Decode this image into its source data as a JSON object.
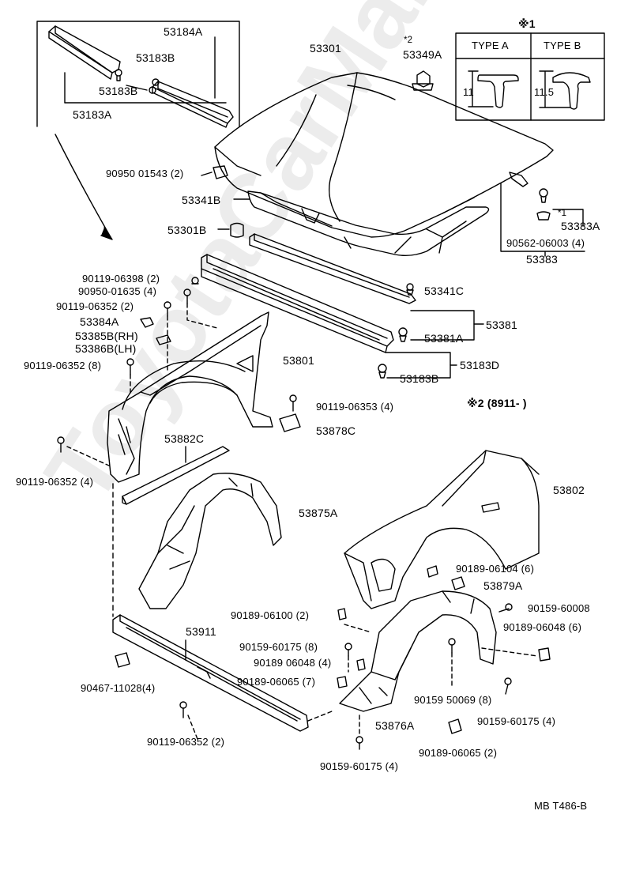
{
  "watermark": "ToyotaCarManuals",
  "inset": {
    "labels": {
      "a": "53184A",
      "b": "53183B",
      "c": "53183B",
      "d": "53183A"
    }
  },
  "type_box": {
    "note_mark": "※1",
    "type_a": {
      "title": "TYPE A",
      "dim": "11"
    },
    "type_b": {
      "title": "TYPE B",
      "dim": "11.5"
    }
  },
  "note2": "※2 (8911-      )",
  "code": "MB T486-B",
  "parts": [
    {
      "id": "53301",
      "text": "53301"
    },
    {
      "id": "53349A",
      "text": "53349A",
      "mark": "*2"
    },
    {
      "id": "p-90950-01543",
      "text": "90950 01543 (2)"
    },
    {
      "id": "53341B",
      "text": "53341B"
    },
    {
      "id": "53301B",
      "text": "53301B"
    },
    {
      "id": "53383A",
      "text": "53383A",
      "mark": "*1"
    },
    {
      "id": "p-90562-06003",
      "text": "90562-06003 (4)"
    },
    {
      "id": "53383",
      "text": "53383"
    },
    {
      "id": "53341C",
      "text": "53341C"
    },
    {
      "id": "53381",
      "text": "53381"
    },
    {
      "id": "53381A",
      "text": "53381A"
    },
    {
      "id": "53183D",
      "text": "53183D"
    },
    {
      "id": "53183B",
      "text": "53183B"
    },
    {
      "id": "p-90119-06398",
      "text": "90119-06398 (2)"
    },
    {
      "id": "p-90950-01635",
      "text": "90950-01635 (4)"
    },
    {
      "id": "p-90119-06352a",
      "text": "90119-06352 (2)"
    },
    {
      "id": "53384A",
      "text": "53384A"
    },
    {
      "id": "53385B",
      "text": "53385B(RH)"
    },
    {
      "id": "53386B",
      "text": "53386B(LH)"
    },
    {
      "id": "p-90119-06352b",
      "text": "90119-06352 (8)"
    },
    {
      "id": "53801",
      "text": "53801"
    },
    {
      "id": "p-90119-06353",
      "text": "90119-06353 (4)"
    },
    {
      "id": "53878C",
      "text": "53878C"
    },
    {
      "id": "53882C",
      "text": "53882C"
    },
    {
      "id": "p-90119-06352c",
      "text": "90119-06352 (4)"
    },
    {
      "id": "53875A",
      "text": "53875A"
    },
    {
      "id": "53802",
      "text": "53802"
    },
    {
      "id": "p-90189-06104",
      "text": "90189-06104 (6)"
    },
    {
      "id": "53879A",
      "text": "53879A"
    },
    {
      "id": "p-90189-06100",
      "text": "90189-06100 (2)"
    },
    {
      "id": "p-90159-60008",
      "text": "90159-60008"
    },
    {
      "id": "p-90189-06048a",
      "text": "90189-06048 (6)"
    },
    {
      "id": "p-90159-60175a",
      "text": "90159-60175 (8)"
    },
    {
      "id": "p-90189-06048b",
      "text": "90189 06048 (4)"
    },
    {
      "id": "p-90189-06065a",
      "text": "90189-06065 (7)"
    },
    {
      "id": "p-90159-50069",
      "text": "90159 50069 (8)"
    },
    {
      "id": "p-90159-60175b",
      "text": "90159-60175 (4)"
    },
    {
      "id": "53911",
      "text": "53911"
    },
    {
      "id": "p-90467-11028",
      "text": "90467-11028(4)"
    },
    {
      "id": "53876A",
      "text": "53876A"
    },
    {
      "id": "p-90119-06352d",
      "text": "90119-06352 (2)"
    },
    {
      "id": "p-90189-06065b",
      "text": "90189-06065 (2)"
    },
    {
      "id": "p-90159-60175c",
      "text": "90159-60175 (4)"
    }
  ]
}
